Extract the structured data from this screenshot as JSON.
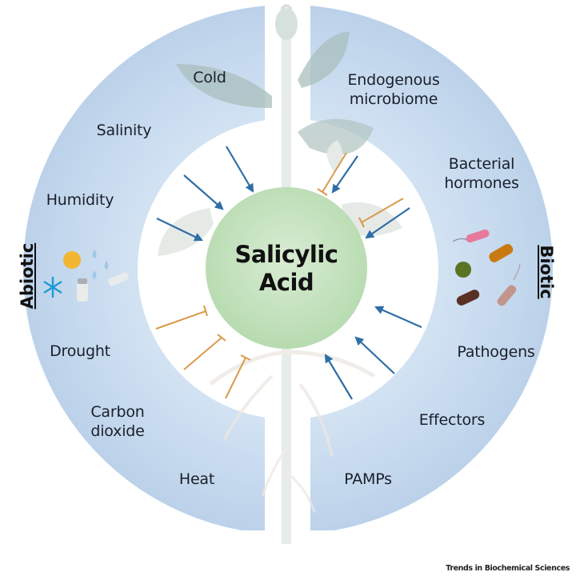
{
  "figure": {
    "center": {
      "line1": "Salicylic",
      "line2": "Acid"
    },
    "sides": {
      "left": "Abiotic",
      "right": "Biotic"
    },
    "abiotic_factors": [
      {
        "label": "Cold"
      },
      {
        "label": "Salinity"
      },
      {
        "label": "Humidity"
      },
      {
        "label": "Drought"
      },
      {
        "label": "Carbon\ndioxide",
        "line1": "Carbon",
        "line2": "dioxide"
      },
      {
        "label": "Heat"
      }
    ],
    "biotic_factors": [
      {
        "label": "Endogenous microbiome",
        "line1": "Endogenous",
        "line2": "microbiome"
      },
      {
        "label": "Bacterial hormones",
        "line1": "Bacterial",
        "line2": "hormones"
      },
      {
        "label": "Pathogens"
      },
      {
        "label": "Effectors"
      },
      {
        "label": "PAMPs"
      }
    ],
    "abiotic_icons": [
      "sun-icon",
      "water-drops-icon",
      "snowflake-icon",
      "salt-shaker-icon",
      "ice-bar-icon"
    ],
    "biotic_icons": [
      "pink-bacterium-icon",
      "orange-bacterium-icon",
      "green-coccus-icon",
      "brown-bacterium-icon",
      "tan-bacterium-icon"
    ],
    "interactions": {
      "activating_arrows": 8,
      "inhibiting_bars": 5,
      "legend": {
        "activate": "blue arrow",
        "inhibit": "orange T-bar"
      }
    },
    "colors": {
      "ring": "#c3d6ec",
      "center_circle": "#c6e2bf",
      "arrow": "#2f6ea6",
      "inhibitor": "#d99a4a",
      "plant": "#b9cbc9"
    },
    "footer": "Trends in Biochemical Sciences"
  }
}
